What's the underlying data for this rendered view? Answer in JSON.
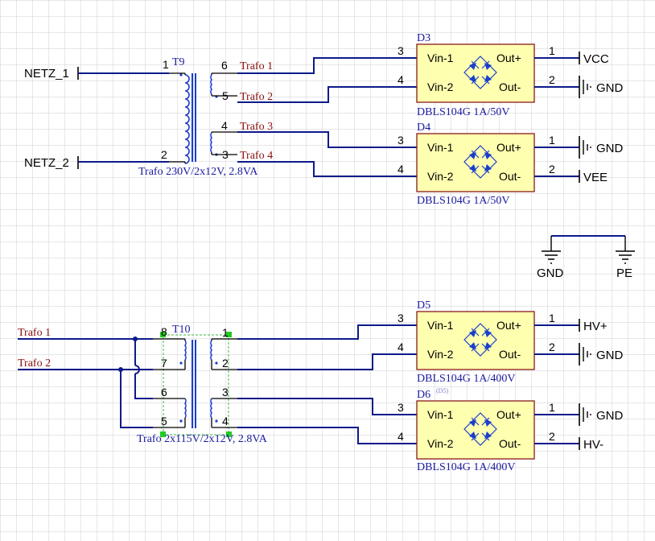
{
  "ports": {
    "netz1": "NETZ_1",
    "netz2": "NETZ_2"
  },
  "t9": {
    "designator": "T9",
    "comment": "Trafo 230V/2x12V, 2.8VA",
    "pins": [
      "1",
      "2",
      "6",
      "5",
      "4",
      "3"
    ]
  },
  "t10": {
    "designator": "T10",
    "comment": "Trafo 2x115V/2x12V, 2.8VA",
    "pins": [
      "8",
      "7",
      "6",
      "5",
      "1",
      "2",
      "3",
      "4"
    ]
  },
  "nets": {
    "trafo1": "Trafo 1",
    "trafo2": "Trafo 2",
    "trafo3": "Trafo 3",
    "trafo4": "Trafo 4"
  },
  "rectifiers": [
    {
      "designator": "D3",
      "comment": "DBLS104G 1A/50V"
    },
    {
      "designator": "D4",
      "comment": "DBLS104G 1A/50V"
    },
    {
      "designator": "D5",
      "comment": "DBLS104G 1A/400V"
    },
    {
      "designator": "D6",
      "comment": "DBLS104G 1A/400V",
      "ghost": "(D5)"
    }
  ],
  "rectifier_pins": {
    "vin1": "Vin-1",
    "vin2": "Vin-2",
    "outp": "Out+",
    "outm": "Out-",
    "p1": "1",
    "p2": "2",
    "p3": "3",
    "p4": "4"
  },
  "power": {
    "vcc": "VCC",
    "vee": "VEE",
    "gnd": "GND",
    "pe": "PE",
    "hvp": "HV+",
    "hvm": "HV-"
  }
}
